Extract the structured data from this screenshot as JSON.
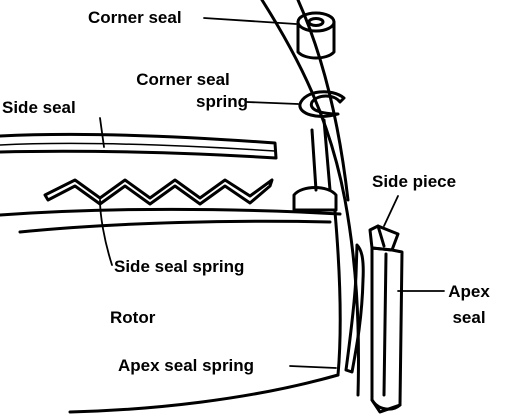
{
  "labels": {
    "corner_seal": "Corner seal",
    "corner_seal_spring_line1": "Corner seal",
    "corner_seal_spring_line2": "spring",
    "side_seal": "Side seal",
    "side_piece": "Side piece",
    "side_seal_spring": "Side seal spring",
    "apex_seal_line1": "Apex",
    "apex_seal_line2": "seal",
    "rotor": "Rotor",
    "apex_seal_spring": "Apex seal spring"
  },
  "colors": {
    "ink": "#000000",
    "paper": "#ffffff"
  }
}
